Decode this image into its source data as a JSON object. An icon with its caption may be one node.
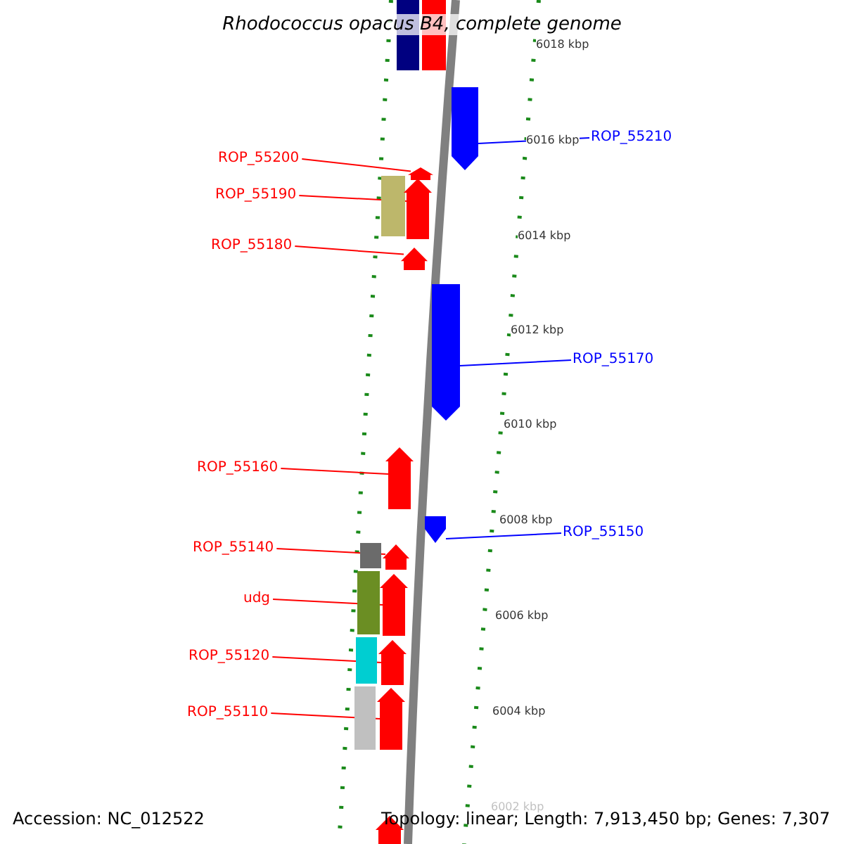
{
  "diagram": {
    "title": "Rhodococcus opacus B4, complete genome",
    "nodes": [
      {
        "text": [],
        "shape": "bar"
      },
      {
        "text": [],
        "shape": "arrow"
      },
      {
        "text": [
          "ROP_55210"
        ]
      },
      {
        "text": [],
        "shape": "arrow"
      },
      {
        "text": [
          "ROP_55200"
        ]
      },
      {
        "text": [],
        "shape": "arrow"
      },
      {
        "text": [
          "ROP_55190"
        ]
      },
      {
        "text": [],
        "shape": "bar"
      },
      {
        "text": [],
        "shape": "arrow"
      },
      {
        "text": [
          "ROP_55180"
        ]
      },
      {
        "text": [],
        "shape": "arrow"
      },
      {
        "text": [
          "ROP_55170"
        ]
      },
      {
        "text": [],
        "shape": "arrow"
      },
      {
        "text": [
          "ROP_55160"
        ]
      },
      {
        "text": [],
        "shape": "arrow"
      },
      {
        "text": [
          "ROP_55150"
        ]
      },
      {
        "text": [],
        "shape": "arrow"
      },
      {
        "text": [
          "ROP_55140"
        ]
      },
      {
        "text": [],
        "shape": "bar"
      },
      {
        "text": [],
        "shape": "arrow"
      },
      {
        "text": [
          "udg"
        ]
      },
      {
        "text": [],
        "shape": "bar"
      },
      {
        "text": [],
        "shape": "arrow"
      },
      {
        "text": [
          "ROP_55120"
        ]
      },
      {
        "text": [],
        "shape": "bar"
      },
      {
        "text": [],
        "shape": "arrow"
      },
      {
        "text": [
          "ROP_55110"
        ]
      },
      {
        "text": [],
        "shape": "bar"
      },
      {
        "text": [],
        "shape": "arrow"
      },
      {
        "text": [],
        "shape": "arrow"
      }
    ],
    "edges": [
      {
        "from": 2,
        "to": 3,
        "arrow": "none",
        "color": "#0000ff"
      },
      {
        "from": 4,
        "to": 5,
        "arrow": "none"
      },
      {
        "from": 6,
        "to": 8,
        "arrow": "none"
      },
      {
        "from": 9,
        "to": 10,
        "arrow": "none"
      },
      {
        "from": 11,
        "to": 12,
        "arrow": "none",
        "color": "#0000ff"
      },
      {
        "from": 13,
        "to": 14,
        "arrow": "none"
      },
      {
        "from": 15,
        "to": 16,
        "arrow": "none",
        "color": "#0000ff"
      },
      {
        "from": 17,
        "to": 19,
        "arrow": "none"
      },
      {
        "from": 20,
        "to": 22,
        "arrow": "none"
      },
      {
        "from": 23,
        "to": 25,
        "arrow": "none"
      },
      {
        "from": 26,
        "to": 28,
        "arrow": "none"
      }
    ],
    "labels": [
      "6018 kbp",
      "6016 kbp",
      "6014 kbp",
      "6012 kbp",
      "6010 kbp",
      "6008 kbp",
      "6006 kbp",
      "6004 kbp",
      "6002 kbp",
      "Accession: NC_012522",
      "Topology: linear; Length: 7,913,450 bp; Genes: 7,307"
    ]
  }
}
